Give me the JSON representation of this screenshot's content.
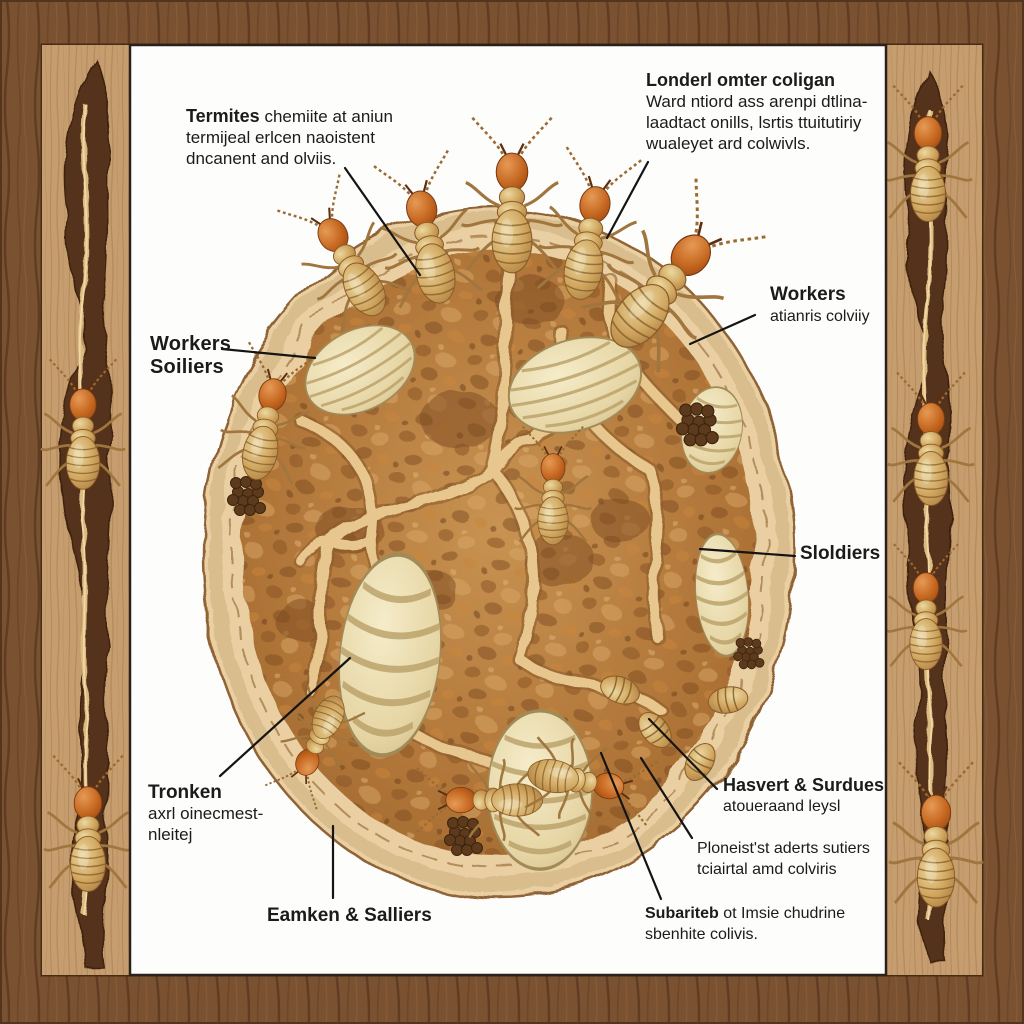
{
  "figure": {
    "subject": "termite colony nest cross-section illustration in wooden frame",
    "labels": {
      "termites_note": {
        "title": "Termites",
        "text1": "chemiite at aniun",
        "line2": "termijeal erlcen naoistent",
        "line3": "dncanent and olviis."
      },
      "colony_note": {
        "title": "Londerl omter coligan",
        "line1": "Ward ntiord ass arenpi dtlina-",
        "line2": "laadtact onills, lsrtis ttuitutiriy",
        "line3": "wualeyet ard colwivls."
      },
      "workers_soldiers": {
        "line1": "Workers",
        "line2": "Soiliers"
      },
      "workers": {
        "title": "Workers",
        "subtitle": "atianris colviiy"
      },
      "soldiers": {
        "title": "Sloldiers"
      },
      "tronken": {
        "title": "Tronken",
        "line1": "axrl oinecmest-",
        "line2": "nleitej"
      },
      "eamken": {
        "title": "Eamken & Salliers"
      },
      "harvest": {
        "title": "Hasvert & Surdues",
        "subtitle": "atoueraand leysl"
      },
      "ploneist": {
        "line1": "Ploneist'st aderts sutiers",
        "line2": "tciairtal amd colviris"
      },
      "subariteb": {
        "bold": "Subariteb",
        "rest": "ot Imsie chudrine",
        "line2": "sbenhite colivis."
      }
    },
    "colors": {
      "frame_wood": "#7a5231",
      "strip_wood": "#c59d6e",
      "gallery_brown": "#54331c",
      "panel_white": "#fdfdfc",
      "nest_rim_tan": "#e9cfa2",
      "nest_interior": "#b0793d",
      "termite_head": "#b85a1d",
      "termite_body": "#c99d5c",
      "larva_cream": "#eee0b6",
      "egg_brown": "#5d3a1c",
      "text": "#1b1b1b",
      "leader_line": "#141414"
    }
  }
}
